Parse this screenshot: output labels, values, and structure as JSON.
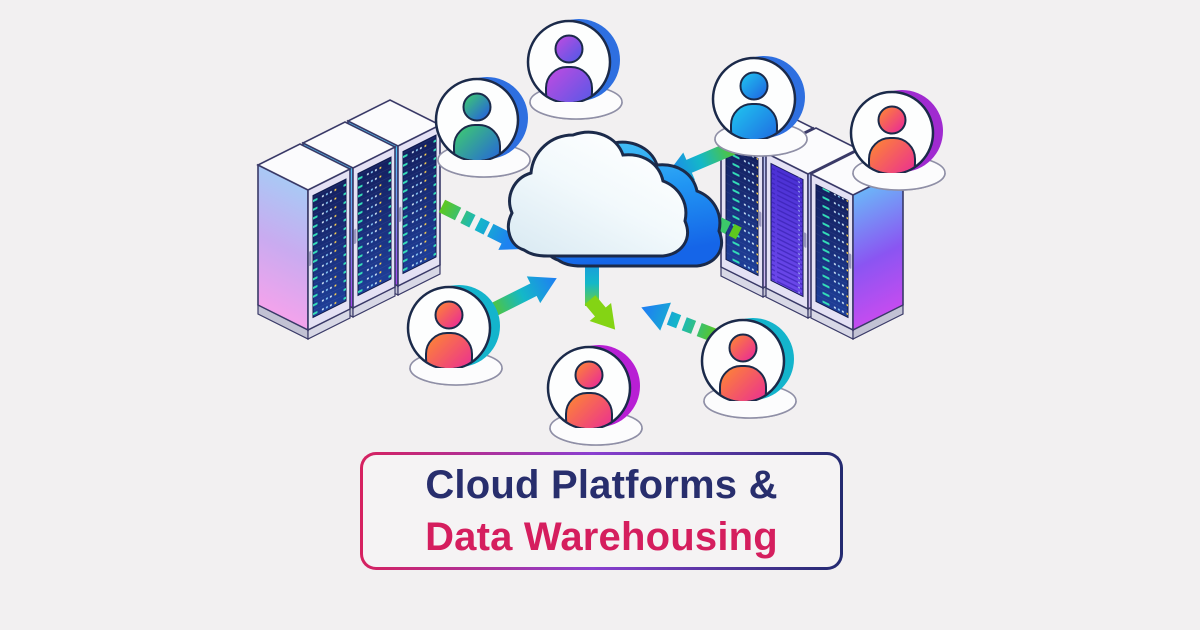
{
  "page": {
    "background_color": "#f2f0f1"
  },
  "title_card": {
    "line1": "Cloud Platforms &",
    "line1_color": "#282e6d",
    "line2": "Data Warehousing",
    "line2_color": "#d51e5e",
    "border_gradient": [
      "#d6215f",
      "#8a3fd0",
      "#232a70"
    ]
  },
  "scene": {
    "description": "Isometric illustration: six server racks and seven user avatars exchanging data with a central 3D cloud",
    "cloud": {
      "face_shade": "#d8e9f2",
      "face": "#ffffff",
      "side_top": "#4ac8f6",
      "side_bottom": "#1565e8",
      "outline": "#1b2a4a"
    },
    "racks": {
      "panel_navy": [
        "#142060",
        "#1e3e98"
      ],
      "panel_purple": [
        "#4a30d4",
        "#6c48ea"
      ],
      "led_teal": "#35e0b8",
      "left_cluster": {
        "count": 3,
        "side_gradient_front": [
          "#a9c9f5",
          "#f3a3ec"
        ],
        "side_gradient_back": [
          "#4fc6f8",
          "#a44af2"
        ]
      },
      "right_cluster": {
        "count": 3,
        "side_gradient_front": [
          "#6cb4f8",
          "#c44cf0"
        ],
        "side_gradient_back": [
          "#b9c3f3",
          "#cdb6f2"
        ]
      }
    },
    "users": [
      {
        "id": "user-top-left",
        "gradient": [
          "#3fd16a",
          "#2356e8"
        ],
        "ring_color": "#2e6fe0"
      },
      {
        "id": "user-top-center",
        "gradient": [
          "#c44ae0",
          "#4a5ae8"
        ],
        "ring_color": "#2e6fe0"
      },
      {
        "id": "user-top-right",
        "gradient": [
          "#1fc8f0",
          "#1f5fe0"
        ],
        "ring_color": "#2e6fe0"
      },
      {
        "id": "user-far-right",
        "gradient": [
          "#ff8b2e",
          "#e822a0"
        ],
        "ring_color": "#a02ad0"
      },
      {
        "id": "user-bottom-left",
        "gradient": [
          "#ff8b2e",
          "#e822a0"
        ],
        "ring_color": "#14b4cc"
      },
      {
        "id": "user-bottom-center",
        "gradient": [
          "#ff8b2e",
          "#e822a0"
        ],
        "ring_color": "#b81fd4"
      },
      {
        "id": "user-bottom-right",
        "gradient": [
          "#ff8b2e",
          "#e822a0"
        ],
        "ring_color": "#14b4cc"
      }
    ],
    "arrow_palette": {
      "green": "#5ec81e",
      "teal": "#14b8c8",
      "blue": "#1e82f0",
      "lime": "#84d414"
    },
    "arrows": [
      {
        "id": "left-servers-to-cloud",
        "style": "dashed",
        "direction": "to-cloud"
      },
      {
        "id": "bottom-left-user-to-cloud",
        "style": "solid",
        "direction": "to-cloud"
      },
      {
        "id": "top-right-user-to-cloud",
        "style": "solid",
        "direction": "to-cloud"
      },
      {
        "id": "bottom-right-user-to-cloud",
        "style": "dashed",
        "direction": "to-cloud"
      },
      {
        "id": "right-servers-to-cloud",
        "style": "dashed-elbow",
        "direction": "to-cloud"
      },
      {
        "id": "cloud-to-bottom-center-user",
        "style": "solid-bend",
        "direction": "from-cloud"
      }
    ]
  }
}
